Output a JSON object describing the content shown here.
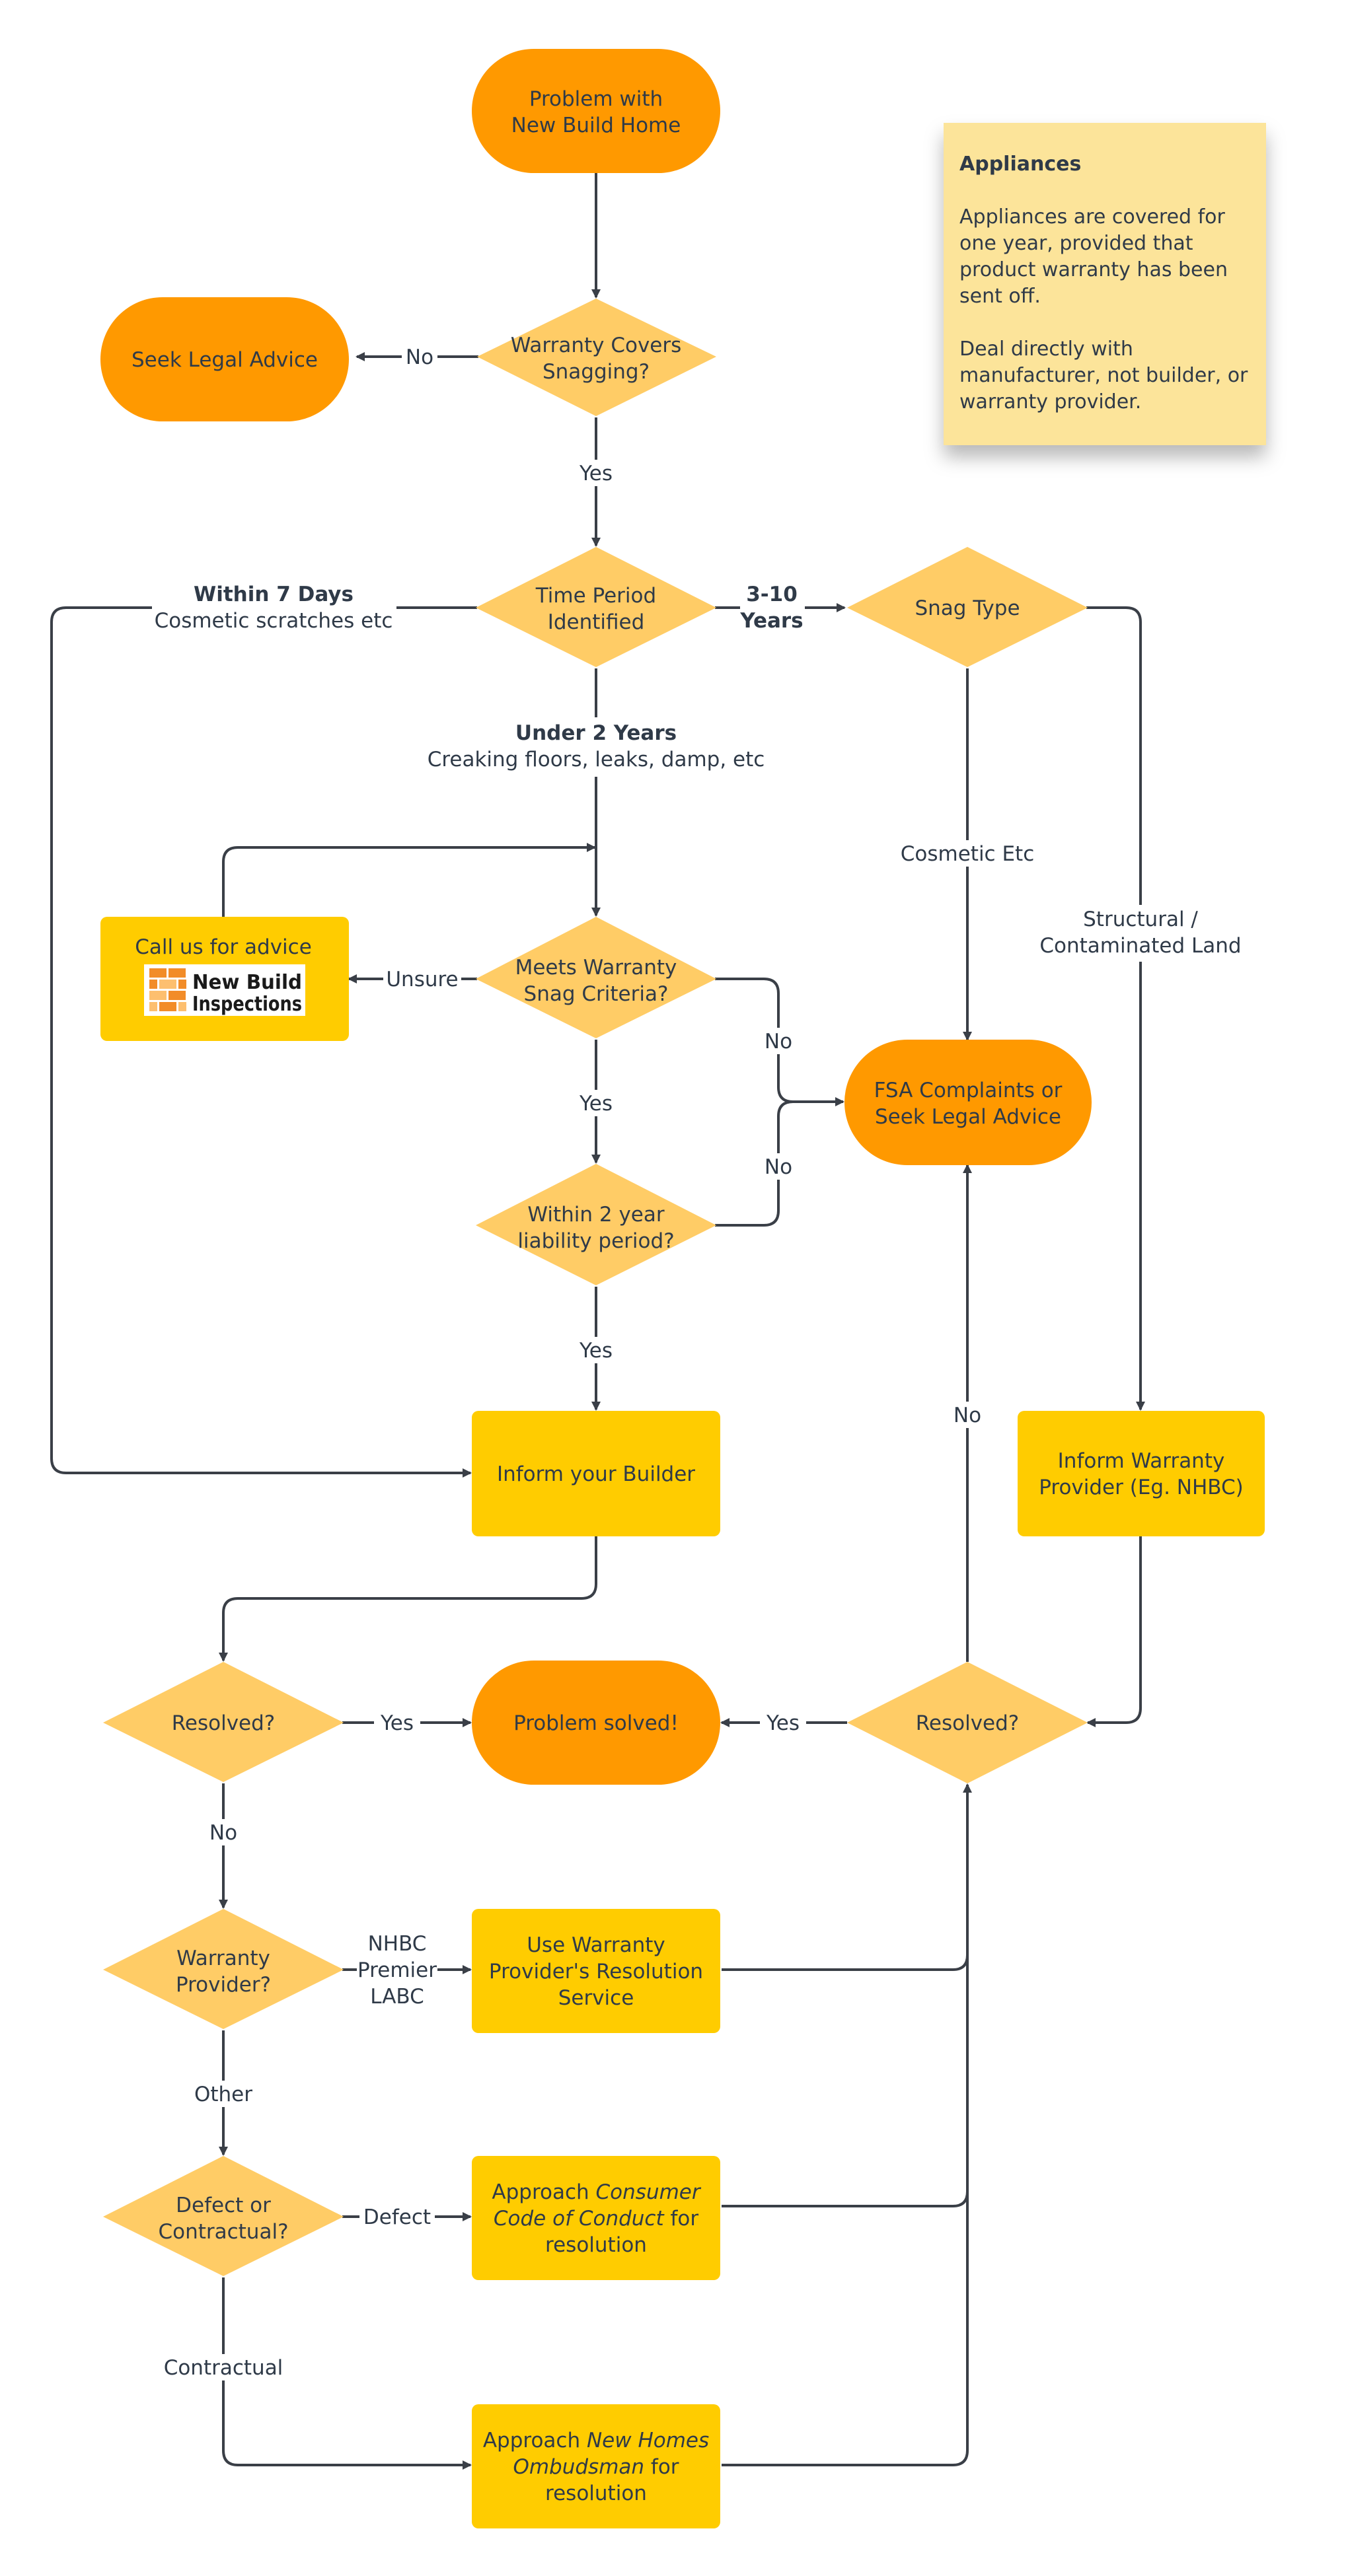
{
  "colors": {
    "terminal": "#FF9900",
    "decision": "#FFCC66",
    "process": "#FFCC00",
    "note": "#FCE49A",
    "line": "#3a3f47",
    "text": "#2f3a48"
  },
  "nodes": {
    "start": [
      "Problem with",
      "New Build Home"
    ],
    "warranty_covers": [
      "Warranty Covers",
      "Snagging?"
    ],
    "seek_legal": [
      "Seek Legal Advice"
    ],
    "time_period": [
      "Time Period",
      "Identified"
    ],
    "snag_type": [
      "Snag Type"
    ],
    "meets_criteria": [
      "Meets Warranty",
      "Snag Criteria?"
    ],
    "call_us": [
      "Call us for advice"
    ],
    "logo": [
      "New Build",
      "Inspections"
    ],
    "fsa": [
      "FSA Complaints or",
      "Seek Legal Advice"
    ],
    "within_2yr": [
      "Within 2 year",
      "liability period?"
    ],
    "inform_builder": [
      "Inform your Builder"
    ],
    "inform_warranty": [
      "Inform Warranty",
      "Provider (Eg. NHBC)"
    ],
    "resolved_left": [
      "Resolved?"
    ],
    "problem_solved": [
      "Problem solved!"
    ],
    "resolved_right": [
      "Resolved?"
    ],
    "warranty_provider": [
      "Warranty",
      "Provider?"
    ],
    "use_warranty": [
      "Use Warranty",
      "Provider's Resolution",
      "Service"
    ],
    "defect_contractual": [
      "Defect or",
      "Contractual?"
    ],
    "consumer_code": {
      "l1_a": "Approach ",
      "l1_b": "Consumer",
      "l2_a": "Code of Conduct",
      "l2_b": " for",
      "l3": "resolution"
    },
    "ombudsman": {
      "l1_a": "Approach ",
      "l1_b": "New Homes",
      "l2_a": "Ombudsman",
      "l2_b": " for",
      "l3": "resolution"
    }
  },
  "labels": {
    "no_seek": "No",
    "yes_time": "Yes",
    "within_7_title": "Within 7 Days",
    "within_7_sub": "Cosmetic scratches etc",
    "years_3_10": [
      "3-10",
      "Years"
    ],
    "under_2_title": "Under 2 Years",
    "under_2_sub": "Creaking floors, leaks, damp, etc",
    "cosmetic_etc": "Cosmetic Etc",
    "structural": [
      "Structural /",
      "Contaminated Land"
    ],
    "unsure": "Unsure",
    "no_meets": "No",
    "yes_meets": "Yes",
    "no_within": "No",
    "yes_within": "Yes",
    "no_resolved_right": "No",
    "yes_resolved_left": "Yes",
    "yes_resolved_right": "Yes",
    "no_resolved_left": "No",
    "nhbc": [
      "NHBC",
      "Premier",
      "LABC"
    ],
    "other": "Other",
    "defect": "Defect",
    "contractual": "Contractual"
  },
  "note": {
    "title": "Appliances",
    "para1": [
      "Appliances are covered for",
      "one year, provided that",
      "product warranty has been",
      "sent off."
    ],
    "para2": [
      "Deal directly with",
      "manufacturer, not builder, or",
      "warranty provider."
    ]
  }
}
